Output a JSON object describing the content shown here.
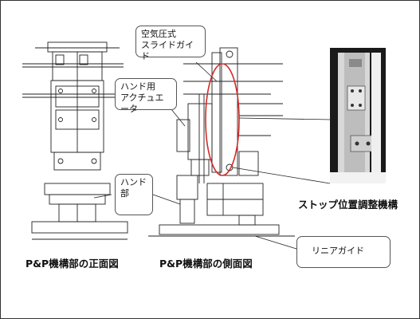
{
  "callouts": {
    "air_slide": [
      "空気圧式",
      "スライドガイド"
    ],
    "hand_actuator": [
      "ハンド用",
      "アクチュエータ"
    ],
    "hand": [
      "ハンド",
      "部"
    ],
    "linear_guide": "リニアガイド"
  },
  "captions": {
    "front_view": "P&P機構部の正面図",
    "side_view": "P&P機構部の側面図",
    "stop_adjust": "ストップ位置調整機構"
  },
  "colors": {
    "highlight_ellipse": "#d42a2a",
    "line": "#222222",
    "photo_bg": "#1a1a1a"
  }
}
